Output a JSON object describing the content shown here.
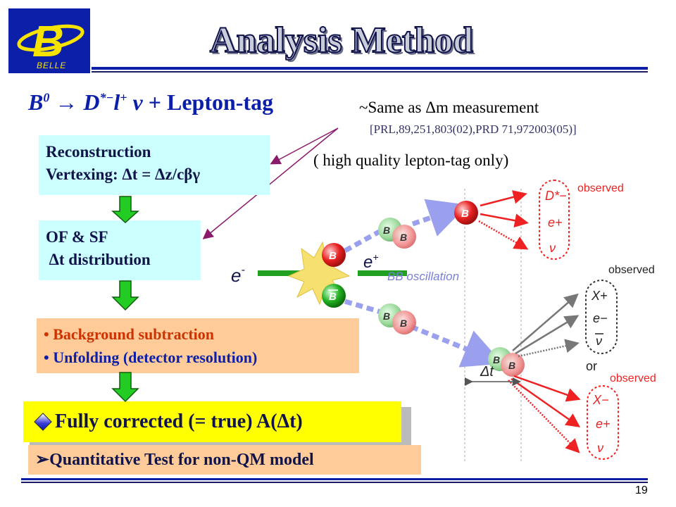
{
  "title": "Analysis Method",
  "logo": {
    "label": "BELLE",
    "letter": "B"
  },
  "headline": {
    "b0": "B",
    "b0_sup": "0",
    "arrow": "→",
    "dstar": "D",
    "dstar_sup": "*−",
    "lepton": "l",
    "lepton_sup": "+",
    "nu": "ν",
    "tag": "+ Lepton-tag"
  },
  "notes": {
    "same_as": "~Same as Δm measurement",
    "refs": "[PRL,89,251,803(02),PRD 71,972003(05)]",
    "high_quality": "( high quality lepton-tag only)"
  },
  "boxes": {
    "reconstruction": {
      "line1": "Reconstruction",
      "line2": "Vertexing: Δt = Δz/cβγ"
    },
    "of_sf": {
      "line1": "OF & SF",
      "line2": " Δt distribution"
    },
    "background": {
      "line1": "Background subtraction",
      "line2": "Unfolding (detector resolution)"
    },
    "fully_corrected": "Fully corrected (= true) A(Δt)",
    "quantitative": "Quantitative Test for non-QM model"
  },
  "diagram": {
    "e_minus": "e",
    "e_plus": "e",
    "bb_oscillation": "BB oscillation",
    "b": "B",
    "bbar": "B",
    "observed": "observed",
    "or": "or",
    "delta_t": "Δt",
    "dstar_minus": "D*−",
    "e_plus_final": "e+",
    "nu": "ν",
    "x_plus": "X+",
    "e_minus_final": "e−",
    "nubar": "ν",
    "x_minus": "X−"
  },
  "page_number": "19",
  "colors": {
    "accent_blue": "#0b1fa8",
    "box_cyan": "#ccffff",
    "box_orange": "#ffcc99",
    "box_yellow": "#ffff00",
    "arrow_green": "#22cc22",
    "observed_red": "#ee2222"
  }
}
